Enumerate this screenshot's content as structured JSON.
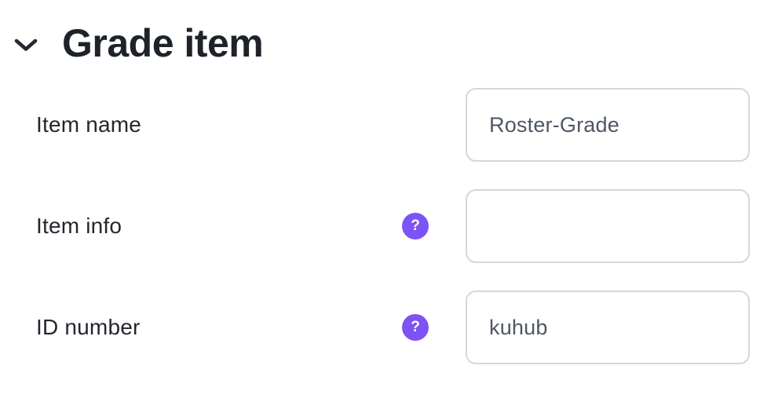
{
  "section": {
    "title": "Grade item"
  },
  "fields": [
    {
      "label": "Item name",
      "value": "Roster-Grade",
      "has_help": false
    },
    {
      "label": "Item info",
      "value": "",
      "has_help": true
    },
    {
      "label": "ID number",
      "value": "kuhub",
      "has_help": true
    }
  ],
  "help_icon": {
    "glyph": "?",
    "color": "#7c53f4"
  },
  "colors": {
    "background": "#ffffff",
    "heading_text": "#1e232a",
    "label_text": "#23272e",
    "input_text": "#4e5763",
    "input_border": "#d2d8de",
    "accent_purple": "#7c53f4"
  }
}
